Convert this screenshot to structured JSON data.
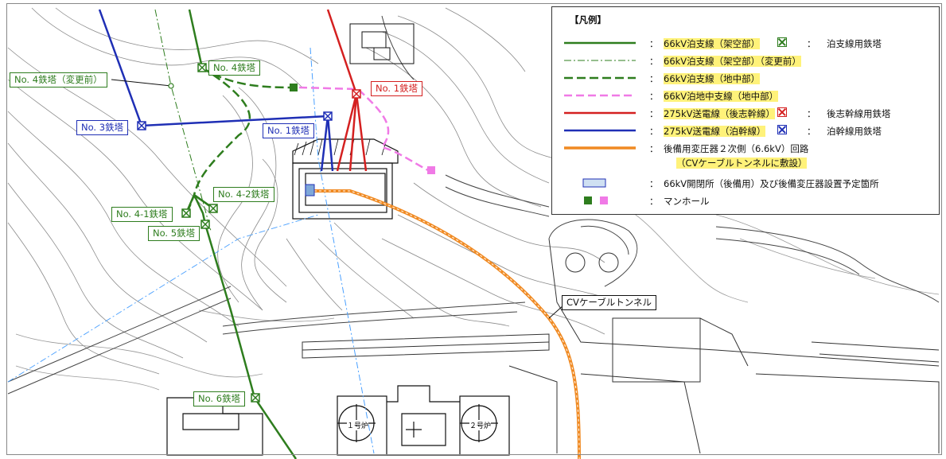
{
  "legend": {
    "title": "【凡例】",
    "rows": [
      {
        "desc": "66kV泊支線（架空部）",
        "colon2": "：",
        "desc2": "泊支線用鉄塔"
      },
      {
        "desc": "66kV泊支線（架空部）（変更前）"
      },
      {
        "desc": "66kV泊支線（地中部）"
      },
      {
        "desc": "66kV泊地中支線（地中部）"
      },
      {
        "desc": "275kV送電線（後志幹線）",
        "colon2": "：",
        "desc2": "後志幹線用鉄塔"
      },
      {
        "desc": "275kV送電線（泊幹線）",
        "colon2": "：",
        "desc2": "泊幹線用鉄塔"
      },
      {
        "desc": "後備用変圧器２次側（6.6kV）回路",
        "sub": "（CVケーブルトンネルに敷設）"
      },
      {
        "desc": "66kV開閉所（後備用）及び後備変圧器設置予定箇所"
      },
      {
        "desc": "マンホール"
      }
    ],
    "colon": "：",
    "colors": {
      "green": "#2e7d1e",
      "pink": "#f07ae6",
      "red": "#d42020",
      "blue": "#1f2fb5",
      "orange": "#f08a22",
      "hatch": "#7fa8d8"
    }
  },
  "map_labels": {
    "no4_changed": "No. 4鉄塔（変更前）",
    "no4": "No. 4鉄塔",
    "no3": "No. 3鉄塔",
    "no1_blue": "No. 1鉄塔",
    "no1_red": "No. 1鉄塔",
    "no4_2": "No. 4-2鉄塔",
    "no4_1": "No. 4-1鉄塔",
    "no5": "No. 5鉄塔",
    "no6": "No. 6鉄塔",
    "cv_tunnel": "CVケーブルトンネル",
    "unit1": "１号炉",
    "unit2": "２号炉"
  }
}
